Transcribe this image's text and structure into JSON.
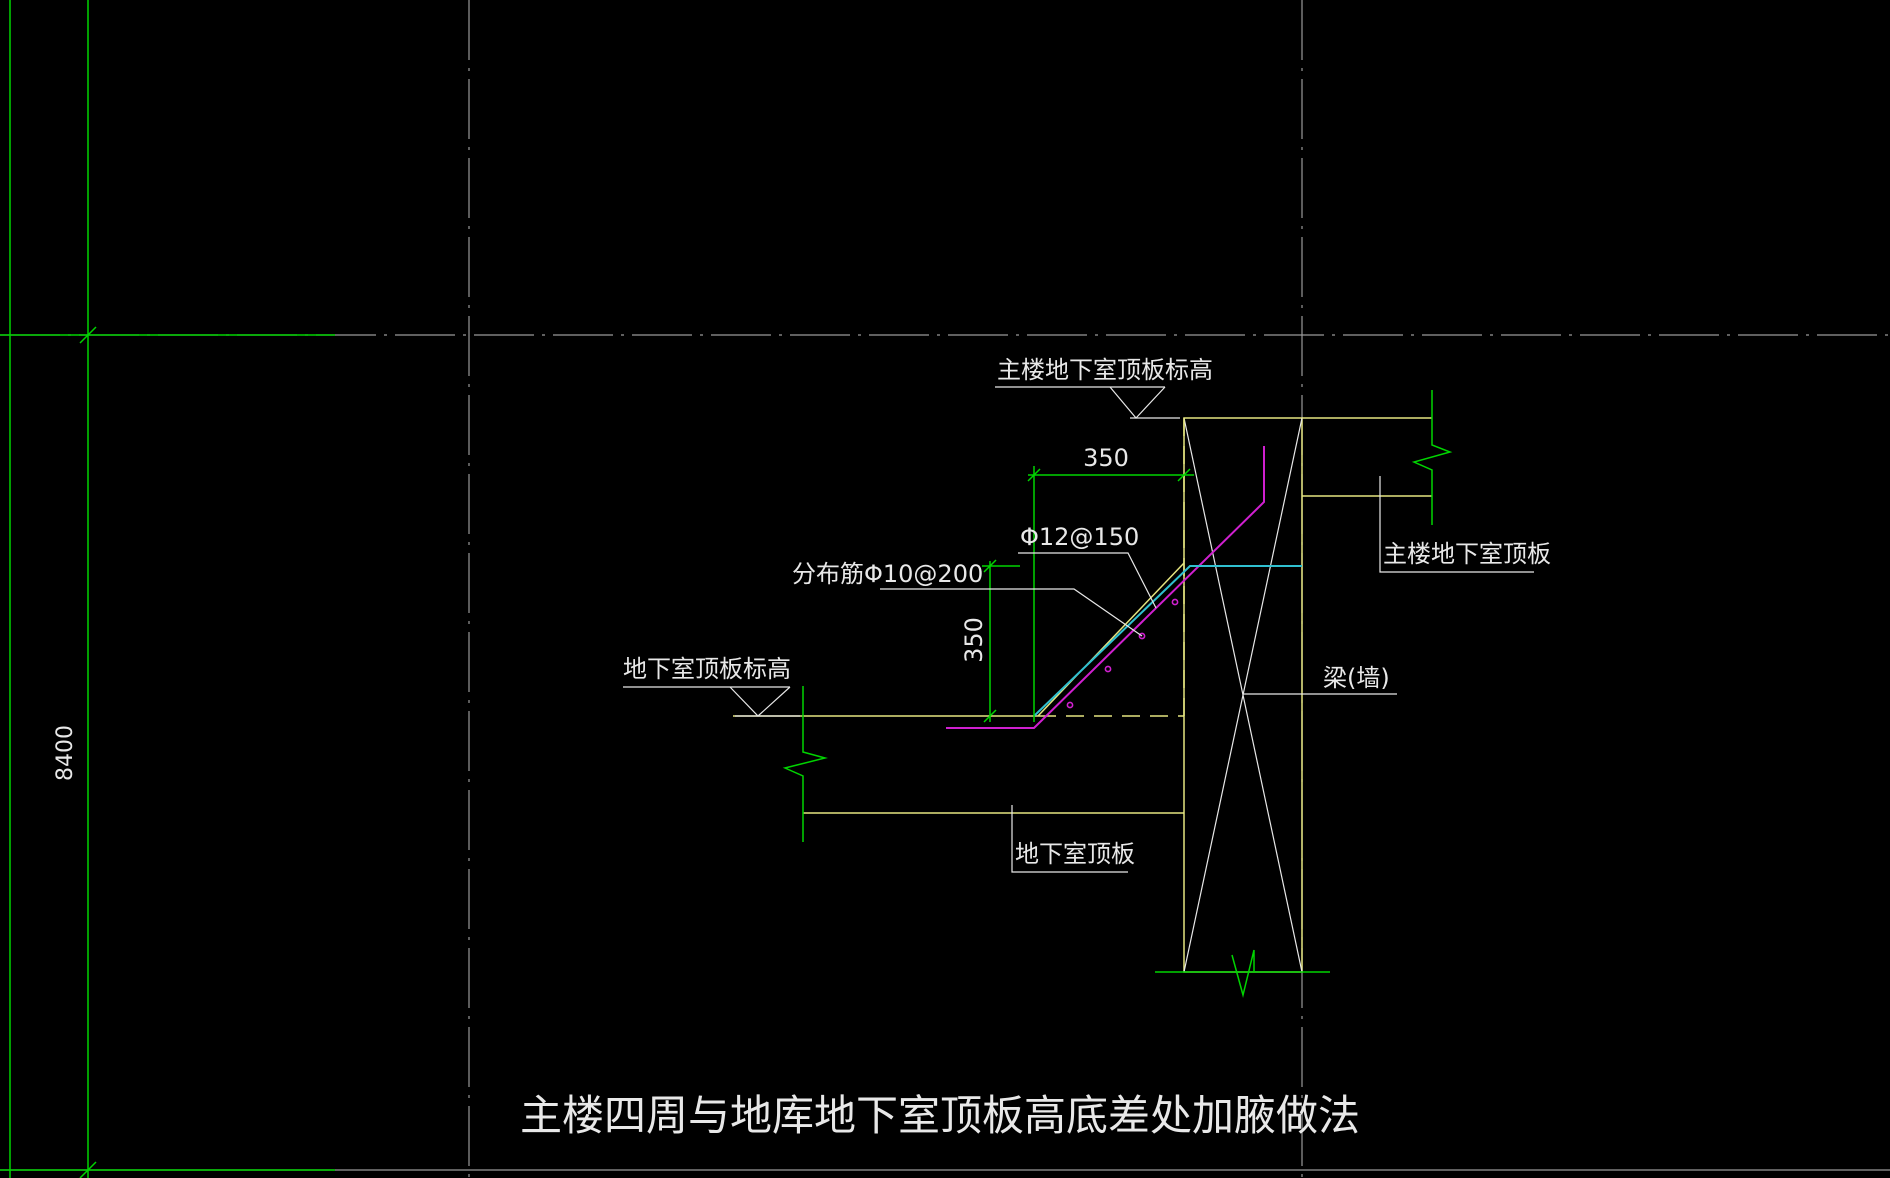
{
  "colors": {
    "background": "#000000",
    "axis_green": "#00d400",
    "grid_gray": "#9a9a9a",
    "outline_yellow": "#e6e680",
    "cross_white": "#e8e8e8",
    "rebar_magenta": "#d020d0",
    "rebar_cyan": "#30c0d0",
    "text": "#e8e8e8"
  },
  "drawing": {
    "title": "主楼四周与地库地下室顶板高底差处加腋做法",
    "left_dimension": "8400",
    "labels": {
      "main_slab_elevation": "主楼地下室顶板标高",
      "main_slab": "主楼地下室顶板",
      "basement_slab_elevation": "地下室顶板标高",
      "basement_slab": "地下室顶板",
      "beam_wall": "梁(墙)",
      "distribution_rebar": "分布筋Φ10@200",
      "haunch_rebar": "Φ12@150",
      "dim_horizontal": "350",
      "dim_vertical": "350"
    }
  }
}
